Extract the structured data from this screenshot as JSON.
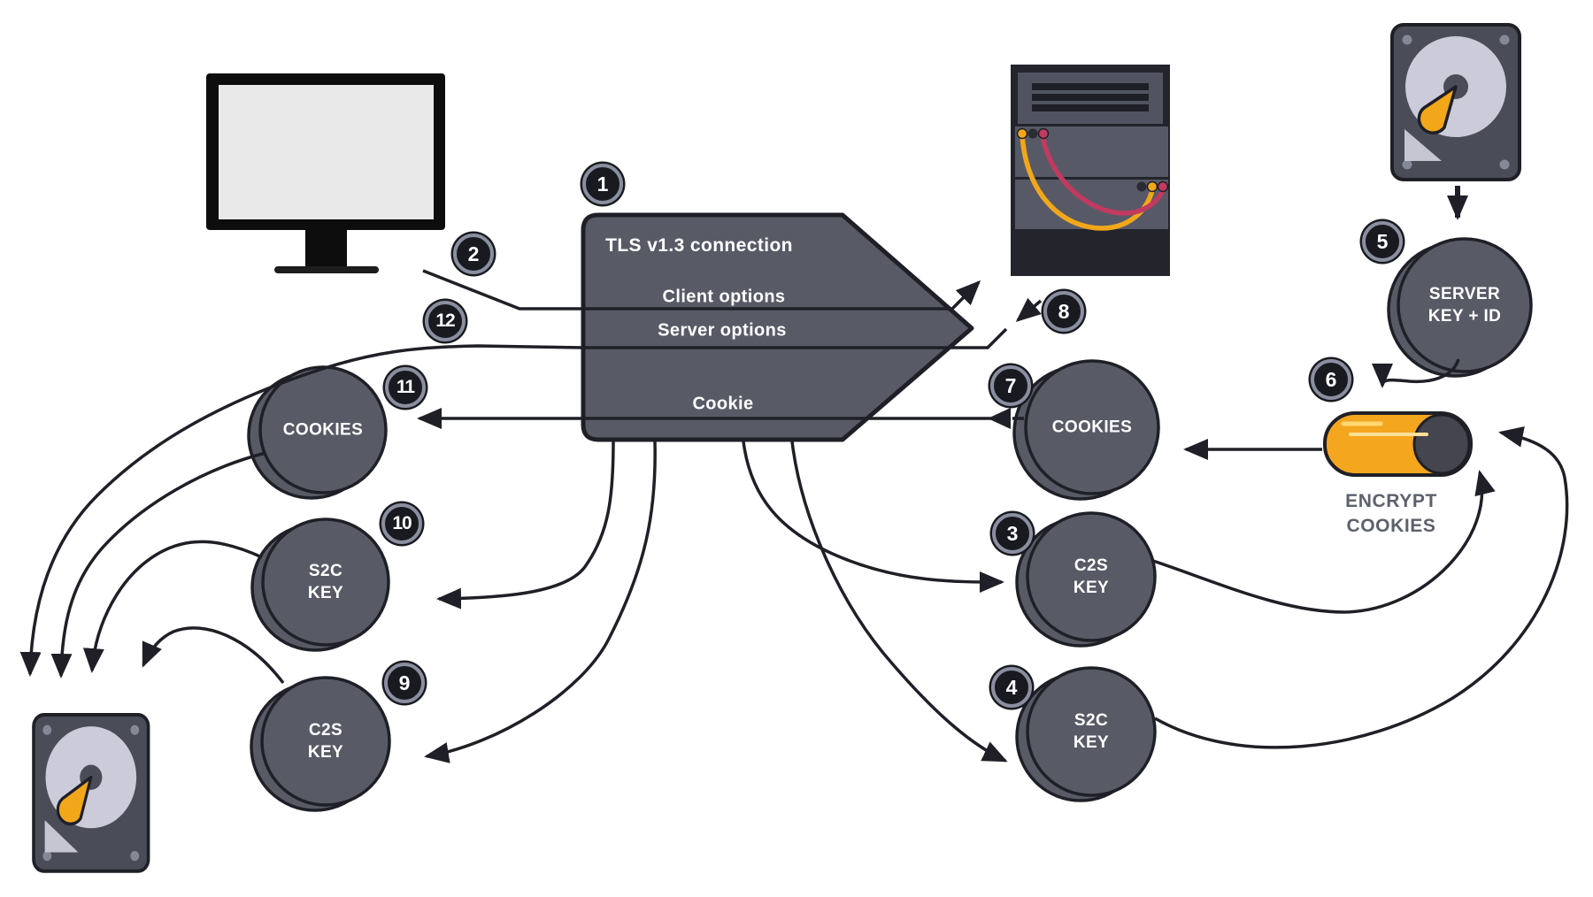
{
  "palette": {
    "shape_gray": "#585B66",
    "outline_dark": "#1F2027",
    "accent_yellow": "#F2A71B",
    "accent_crimson": "#C13A60",
    "badge_fill": "#191A20",
    "badge_ring": "#8A8FA0",
    "screen_light": "#E9E9EA",
    "platter_light": "#CBCBD9",
    "encrypt_text": "#5C616B"
  },
  "pentagon": {
    "title": "TLS v1.3 connection",
    "client_row": "Client options",
    "server_row": "Server options",
    "cookie_row": "Cookie"
  },
  "nodes": {
    "client_cookies": "COOKIES",
    "client_s2c": "S2C\nKEY",
    "client_c2s": "C2S\nKEY",
    "server_cookies": "COOKIES",
    "server_c2s": "C2S\nKEY",
    "server_s2c": "S2C\nKEY",
    "server_key_id": "SERVER\nKEY + ID",
    "encrypt": "ENCRYPT\nCOOKIES"
  },
  "badges": [
    "1",
    "2",
    "3",
    "4",
    "5",
    "6",
    "7",
    "8",
    "9",
    "10",
    "11",
    "12"
  ]
}
